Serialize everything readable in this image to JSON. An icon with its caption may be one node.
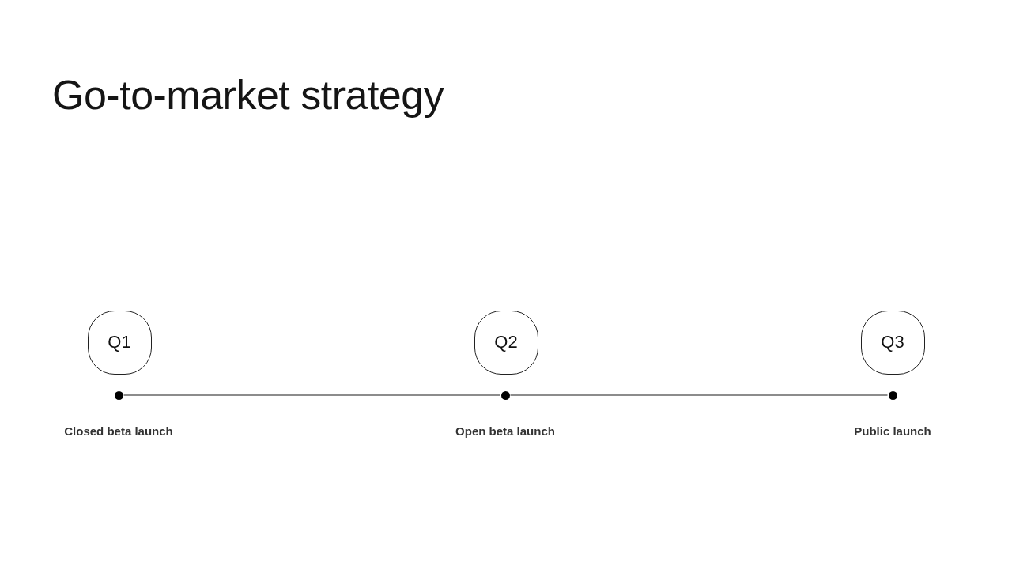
{
  "diagram": {
    "title": "Go-to-market strategy",
    "nodes": [
      {
        "text": [
          "Q1"
        ]
      },
      {
        "text": [
          "Q2"
        ]
      },
      {
        "text": [
          "Q3"
        ]
      },
      {
        "text": [],
        "shape": "circle",
        "beside": [
          "Closed beta launch"
        ]
      },
      {
        "text": [],
        "shape": "circle",
        "beside": [
          "Open beta launch"
        ]
      },
      {
        "text": [],
        "shape": "circle",
        "beside": [
          "Public launch"
        ]
      }
    ],
    "edges": [
      {
        "from": 3,
        "to": 4,
        "arrow": "none"
      },
      {
        "from": 4,
        "to": 5,
        "arrow": "none"
      }
    ]
  }
}
